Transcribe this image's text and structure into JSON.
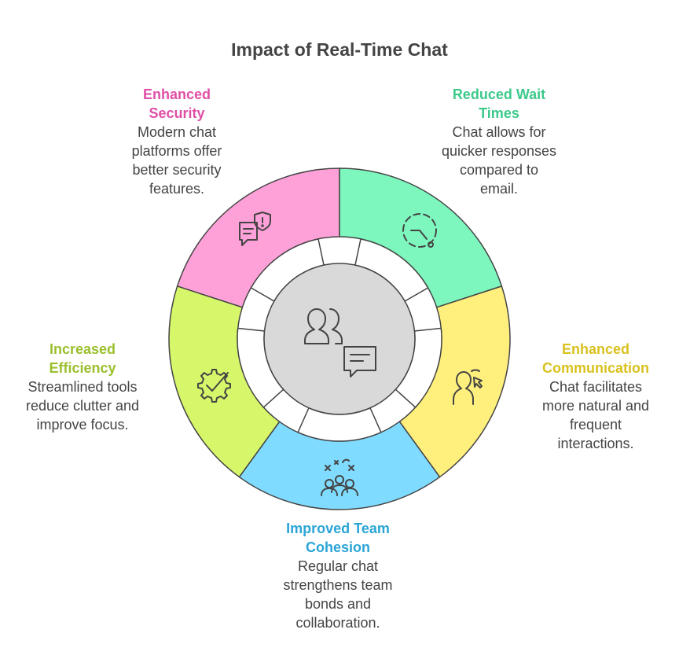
{
  "title": "Impact of Real-Time Chat",
  "segments": [
    {
      "id": "security",
      "title_lines": [
        "Enhanced",
        "Security"
      ],
      "desc_lines": [
        "Modern chat",
        "platforms offer",
        "better security",
        "features."
      ],
      "color": "#FFA1D9",
      "title_color": "#E04FA6",
      "icon": "chat-lock-icon"
    },
    {
      "id": "wait",
      "title_lines": [
        "Reduced Wait",
        "Times"
      ],
      "desc_lines": [
        "Chat allows for",
        "quicker responses",
        "compared to",
        "email."
      ],
      "color": "#7DF7BE",
      "title_color": "#3DC98B",
      "icon": "clock-icon"
    },
    {
      "id": "comm",
      "title_lines": [
        "Enhanced",
        "Communication"
      ],
      "desc_lines": [
        "Chat facilitates",
        "more natural and",
        "frequent",
        "interactions."
      ],
      "color": "#FFF07E",
      "title_color": "#D9C11E",
      "icon": "person-talk-icon"
    },
    {
      "id": "coh",
      "title_lines": [
        "Improved Team",
        "Cohesion"
      ],
      "desc_lines": [
        "Regular chat",
        "strengthens team",
        "bonds and",
        "collaboration."
      ],
      "color": "#7FDBFF",
      "title_color": "#2BA5D6",
      "icon": "team-icon"
    },
    {
      "id": "eff",
      "title_lines": [
        "Increased",
        "Efficiency"
      ],
      "desc_lines": [
        "Streamlined tools",
        "reduce clutter and",
        "improve focus."
      ],
      "color": "#D7F76B",
      "title_color": "#9BBF2C",
      "icon": "gear-check-icon"
    }
  ],
  "center": {
    "color": "#D9D9D9",
    "icon": "users-chat-icon"
  }
}
